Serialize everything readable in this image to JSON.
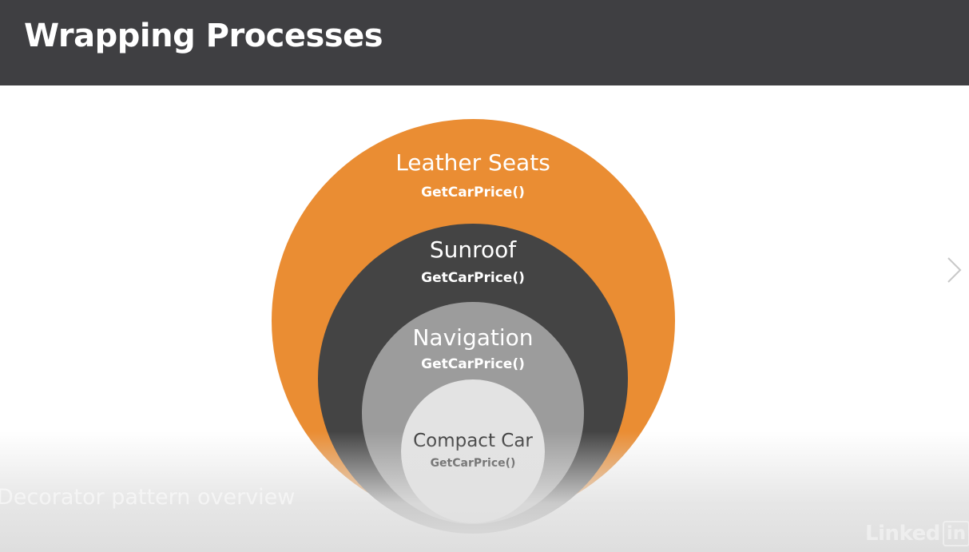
{
  "title": "Wrapping Processes",
  "layers": [
    {
      "name": "Leather Seats",
      "method": "GetCarPrice()",
      "color": "#ea8d33"
    },
    {
      "name": "Sunroof",
      "method": "GetCarPrice()",
      "color": "#444444"
    },
    {
      "name": "Navigation",
      "method": "GetCarPrice()",
      "color": "#9c9c9c"
    },
    {
      "name": "Compact Car",
      "method": "GetCarPrice()",
      "color": "#e3e3e3"
    }
  ],
  "caption": "Decorator pattern overview",
  "logo": {
    "word": "Linked",
    "box": "in"
  },
  "icons": {
    "next": "chevron-right-icon"
  }
}
